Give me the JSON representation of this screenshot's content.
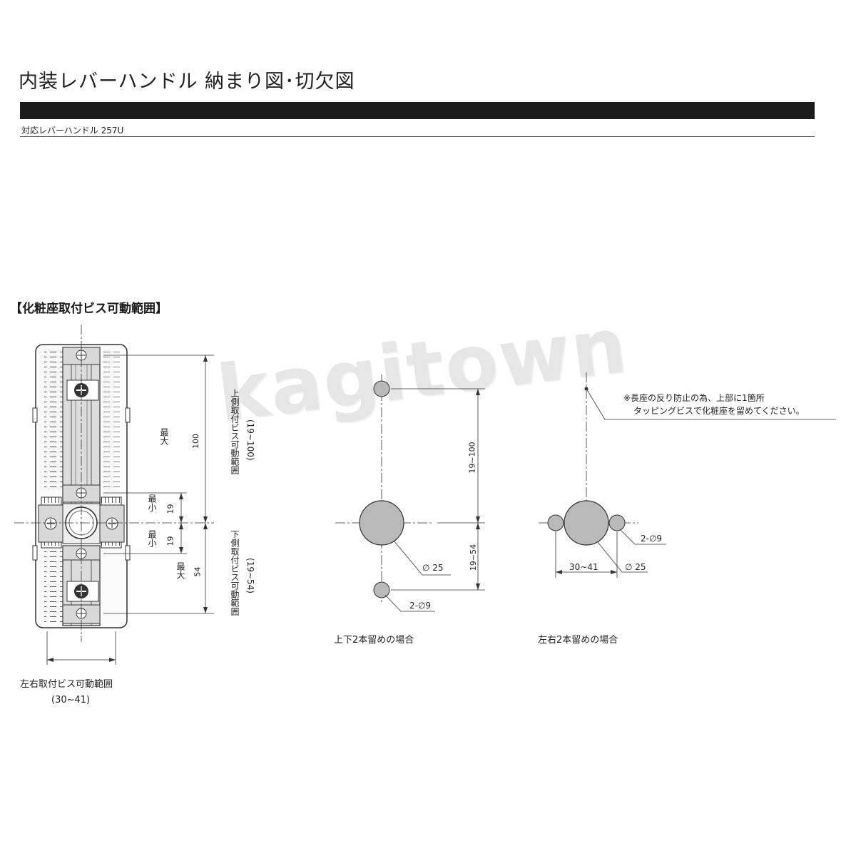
{
  "header": {
    "title": "内装レバーハンドル  納まり図･切欠図",
    "subtitle": "対応レバーハンドル 257U"
  },
  "section": {
    "title": "【化粧座取付ビス可動範囲】"
  },
  "watermark": "kagitown",
  "plate_diagram": {
    "max_label": "最大",
    "min_label": "最小",
    "upper_max": "100",
    "upper_min": "19",
    "lower_min": "19",
    "lower_max": "54",
    "upper_range_label": "上側取付ビス可動範囲",
    "upper_range_value": "(19~100)",
    "lower_range_label": "下側取付ビス可動範囲",
    "lower_range_value": "(19~54)",
    "lr_range_label": "左右取付ビス可動範囲",
    "lr_range_value": "(30~41)"
  },
  "vertical_mount": {
    "dim_upper": "19~100",
    "dim_lower": "19~54",
    "center_hole": "∅ 25",
    "screw_holes": "2-∅9",
    "caption": "上下2本留めの場合"
  },
  "horizontal_mount": {
    "note_line1": "※長座の反り防止の為、上部に1箇所",
    "note_line2": "タッピングビスで化粧座を留めてください。",
    "screw_holes": "2-∅9",
    "dim_width": "30~41",
    "center_hole": "∅ 25",
    "caption": "左右2本留めの場合"
  },
  "colors": {
    "hole_fill": "#b9b9b9",
    "line": "#333333",
    "title_bar": "#1c1c1c"
  }
}
